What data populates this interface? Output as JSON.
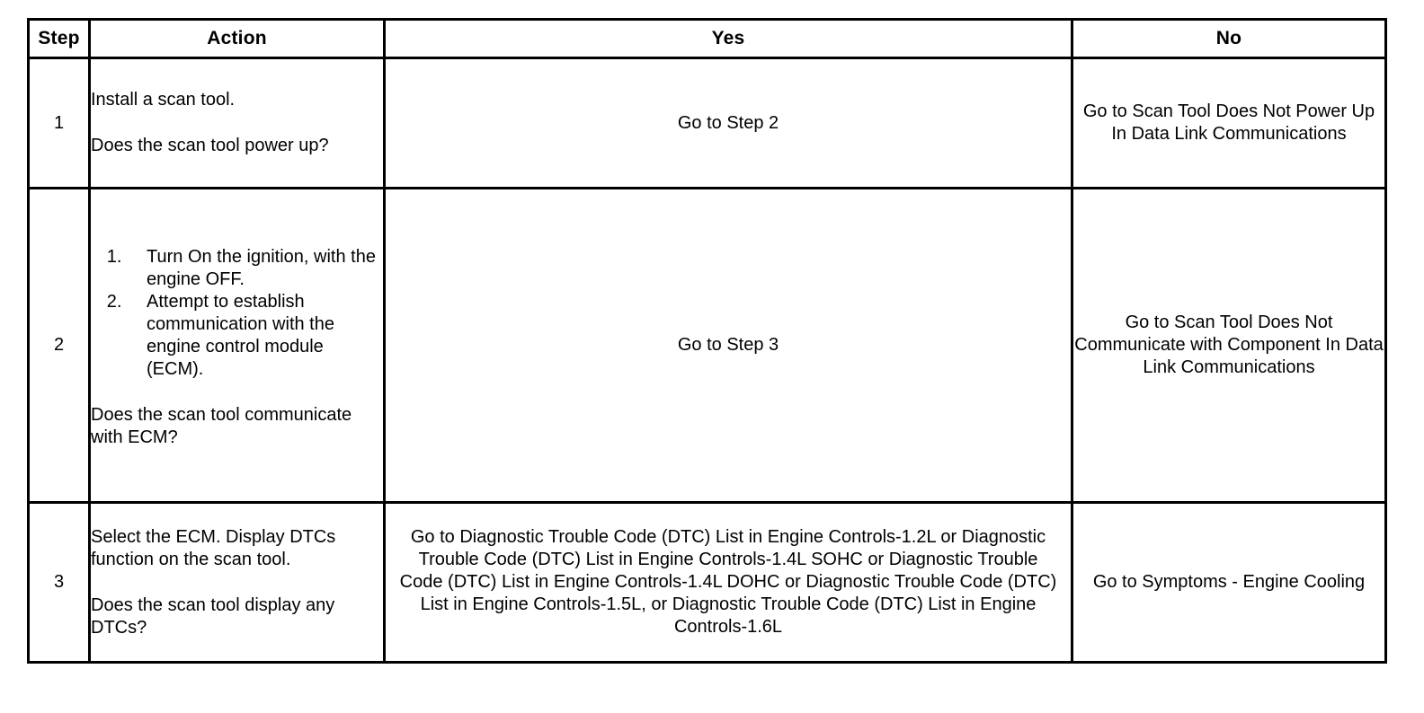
{
  "table": {
    "headers": {
      "step": "Step",
      "action": "Action",
      "yes": "Yes",
      "no": "No"
    },
    "rows": [
      {
        "step": "1",
        "action_intro": "Install a scan tool.",
        "action_question": "Does the scan tool power up?",
        "yes": "Go to Step 2",
        "no": "Go to Scan Tool Does Not Power Up In Data Link Communications"
      },
      {
        "step": "2",
        "action_list": [
          "Turn On the ignition, with the engine OFF.",
          "Attempt to establish communication with the engine control module (ECM)."
        ],
        "action_question": "Does the scan tool communicate with ECM?",
        "yes": "Go to Step 3",
        "no": "Go to Scan Tool Does Not Communicate with Component In Data Link Communications"
      },
      {
        "step": "3",
        "action_intro": "Select the ECM. Display DTCs function on the scan tool.",
        "action_question": "Does the scan tool display any DTCs?",
        "yes": "Go to Diagnostic Trouble Code (DTC) List in Engine Controls-1.2L or Diagnostic Trouble Code (DTC) List in Engine Controls-1.4L SOHC or Diagnostic Trouble Code (DTC) List in Engine Controls-1.4L DOHC or Diagnostic Trouble Code (DTC) List in Engine Controls-1.5L, or Diagnostic Trouble Code (DTC) List in Engine Controls-1.6L",
        "no": "Go to Symptoms - Engine Cooling"
      }
    ]
  }
}
